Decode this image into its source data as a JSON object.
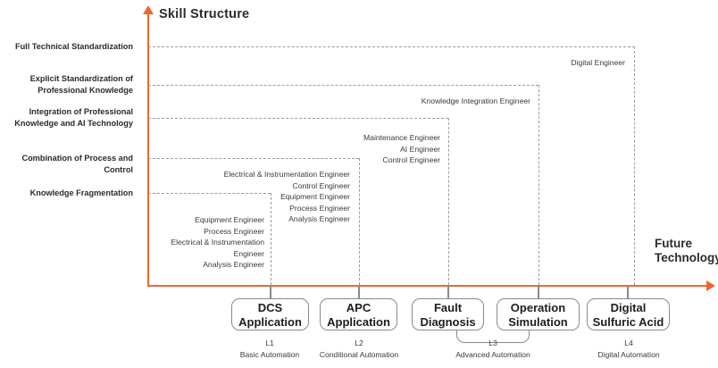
{
  "axes": {
    "y_title": "Skill Structure",
    "x_title_line1": "Future",
    "x_title_line2": "Technology",
    "accent_color": "#F2662E",
    "grid_color": "#9b9b9b",
    "node_border_color": "#8a8a8a"
  },
  "levels": [
    {
      "id": "full-technical-standardization",
      "label": "Full Technical Standardization"
    },
    {
      "id": "explicit-standardization",
      "label": "Explicit Standardization of Professional Knowledge"
    },
    {
      "id": "integration-professional-ai",
      "label": "Integration of Professional Knowledge and AI Technology"
    },
    {
      "id": "combination-process-control",
      "label": "Combination of Process and Control"
    },
    {
      "id": "knowledge-fragmentation",
      "label": "Knowledge Fragmentation"
    }
  ],
  "stages": [
    {
      "id": "dcs-application",
      "title_line1": "DCS",
      "title_line2": "Application",
      "level_code": "L1",
      "level_name": "Basic Automation",
      "roles": [
        "Equipment Engineer",
        "Process Engineer",
        "Electrical & Instrumentation Engineer",
        "Analysis Engineer"
      ]
    },
    {
      "id": "apc-application",
      "title_line1": "APC",
      "title_line2": "Application",
      "level_code": "L2",
      "level_name": "Conditional Automation",
      "roles": [
        "Electrical & Instrumentation Engineer",
        "Control Engineer",
        "Equipment Engineer",
        "Process Engineer",
        "Analysis Engineer"
      ]
    },
    {
      "id": "fault-diagnosis",
      "title_line1": "Fault",
      "title_line2": "Diagnosis",
      "level_code": "L3",
      "level_name": "Advanced Automation",
      "roles": [
        "Maintenance Engineer",
        "AI Engineer",
        "Control Engineer"
      ]
    },
    {
      "id": "operation-simulation",
      "title_line1": "Operation",
      "title_line2": "Simulation",
      "level_code": "",
      "level_name": "",
      "roles": [
        "Knowledge Integration Engineer"
      ]
    },
    {
      "id": "digital-sulfuric-acid",
      "title_line1": "Digital",
      "title_line2": "Sulfuric Acid",
      "level_code": "L4",
      "level_name": "Digital Automation",
      "roles": [
        "Digital Engineer"
      ]
    }
  ],
  "role_groups": {
    "dcs": "Equipment Engineer\nProcess Engineer\nElectrical & Instrumentation Engineer\nAnalysis Engineer",
    "apc": "Electrical & Instrumentation Engineer\nControl Engineer\nEquipment Engineer\nProcess Engineer\nAnalysis Engineer",
    "fault": "Maintenance Engineer\nAI Engineer\nControl Engineer",
    "operation": "Knowledge Integration Engineer",
    "digital": "Digital Engineer"
  }
}
